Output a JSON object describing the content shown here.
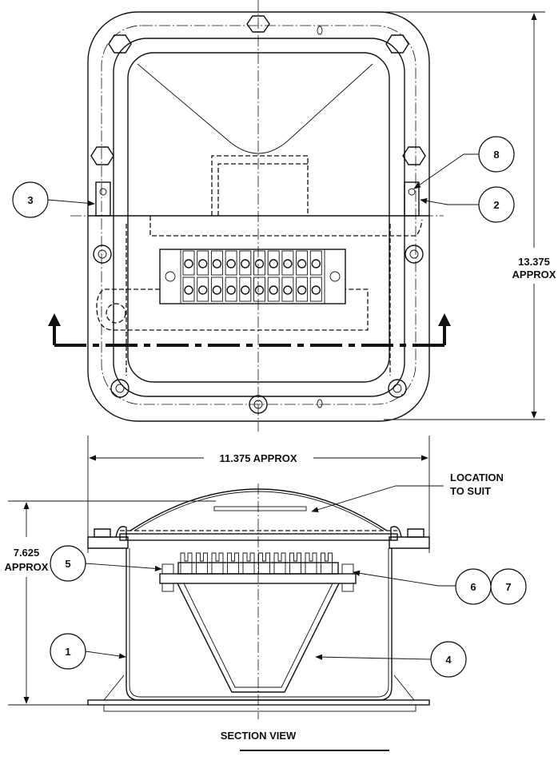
{
  "top_view": {
    "dimension_height": {
      "value": "13.375",
      "note": "APPROX"
    },
    "balloons": {
      "b3": "3",
      "b8": "8",
      "b2": "2"
    }
  },
  "section_view": {
    "title": "SECTION VIEW",
    "dimension_width": "11.375 APPROX",
    "dimension_height": {
      "value": "7.625",
      "note": "APPROX"
    },
    "location_note": {
      "line1": "LOCATION",
      "line2": "TO SUIT"
    },
    "balloons": {
      "b5": "5",
      "b1": "1",
      "b4": "4",
      "b6": "6",
      "b7": "7"
    }
  }
}
